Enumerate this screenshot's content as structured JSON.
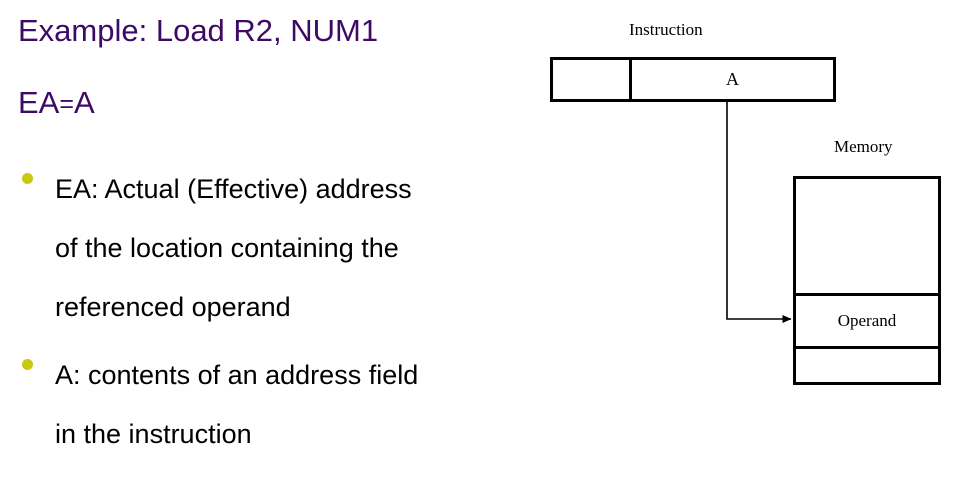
{
  "slide": {
    "background_color": "#ffffff",
    "title_color": "#3d0b63",
    "bullet_marker_color": "#c8c814",
    "body_text_color": "#000000",
    "diagram_line_color": "#000000"
  },
  "heading": {
    "title": "Example: Load R2, NUM1",
    "subtitle_left": "EA",
    "subtitle_equals": "=",
    "subtitle_right": "A"
  },
  "bullets": [
    {
      "marker": "bullet-dot",
      "lines": [
        "EA: Actual (Effective) address",
        "of the location containing the",
        "referenced operand"
      ]
    },
    {
      "marker": "bullet-dot",
      "lines": [
        "A: contents of an address field",
        "in the instruction"
      ]
    }
  ],
  "diagram": {
    "instruction": {
      "label": "Instruction",
      "cells": [
        {
          "name": "opcode-field",
          "text": ""
        },
        {
          "name": "address-field",
          "text": "A"
        }
      ]
    },
    "memory": {
      "label": "Memory",
      "rows": [
        {
          "name": "memory-row-empty-top",
          "text": ""
        },
        {
          "name": "memory-row-operand",
          "text": "Operand"
        },
        {
          "name": "memory-row-empty-bottom",
          "text": ""
        }
      ]
    },
    "arrow": {
      "name": "address-to-operand-arrow",
      "from": "address-field",
      "to": "memory-row-operand"
    }
  }
}
